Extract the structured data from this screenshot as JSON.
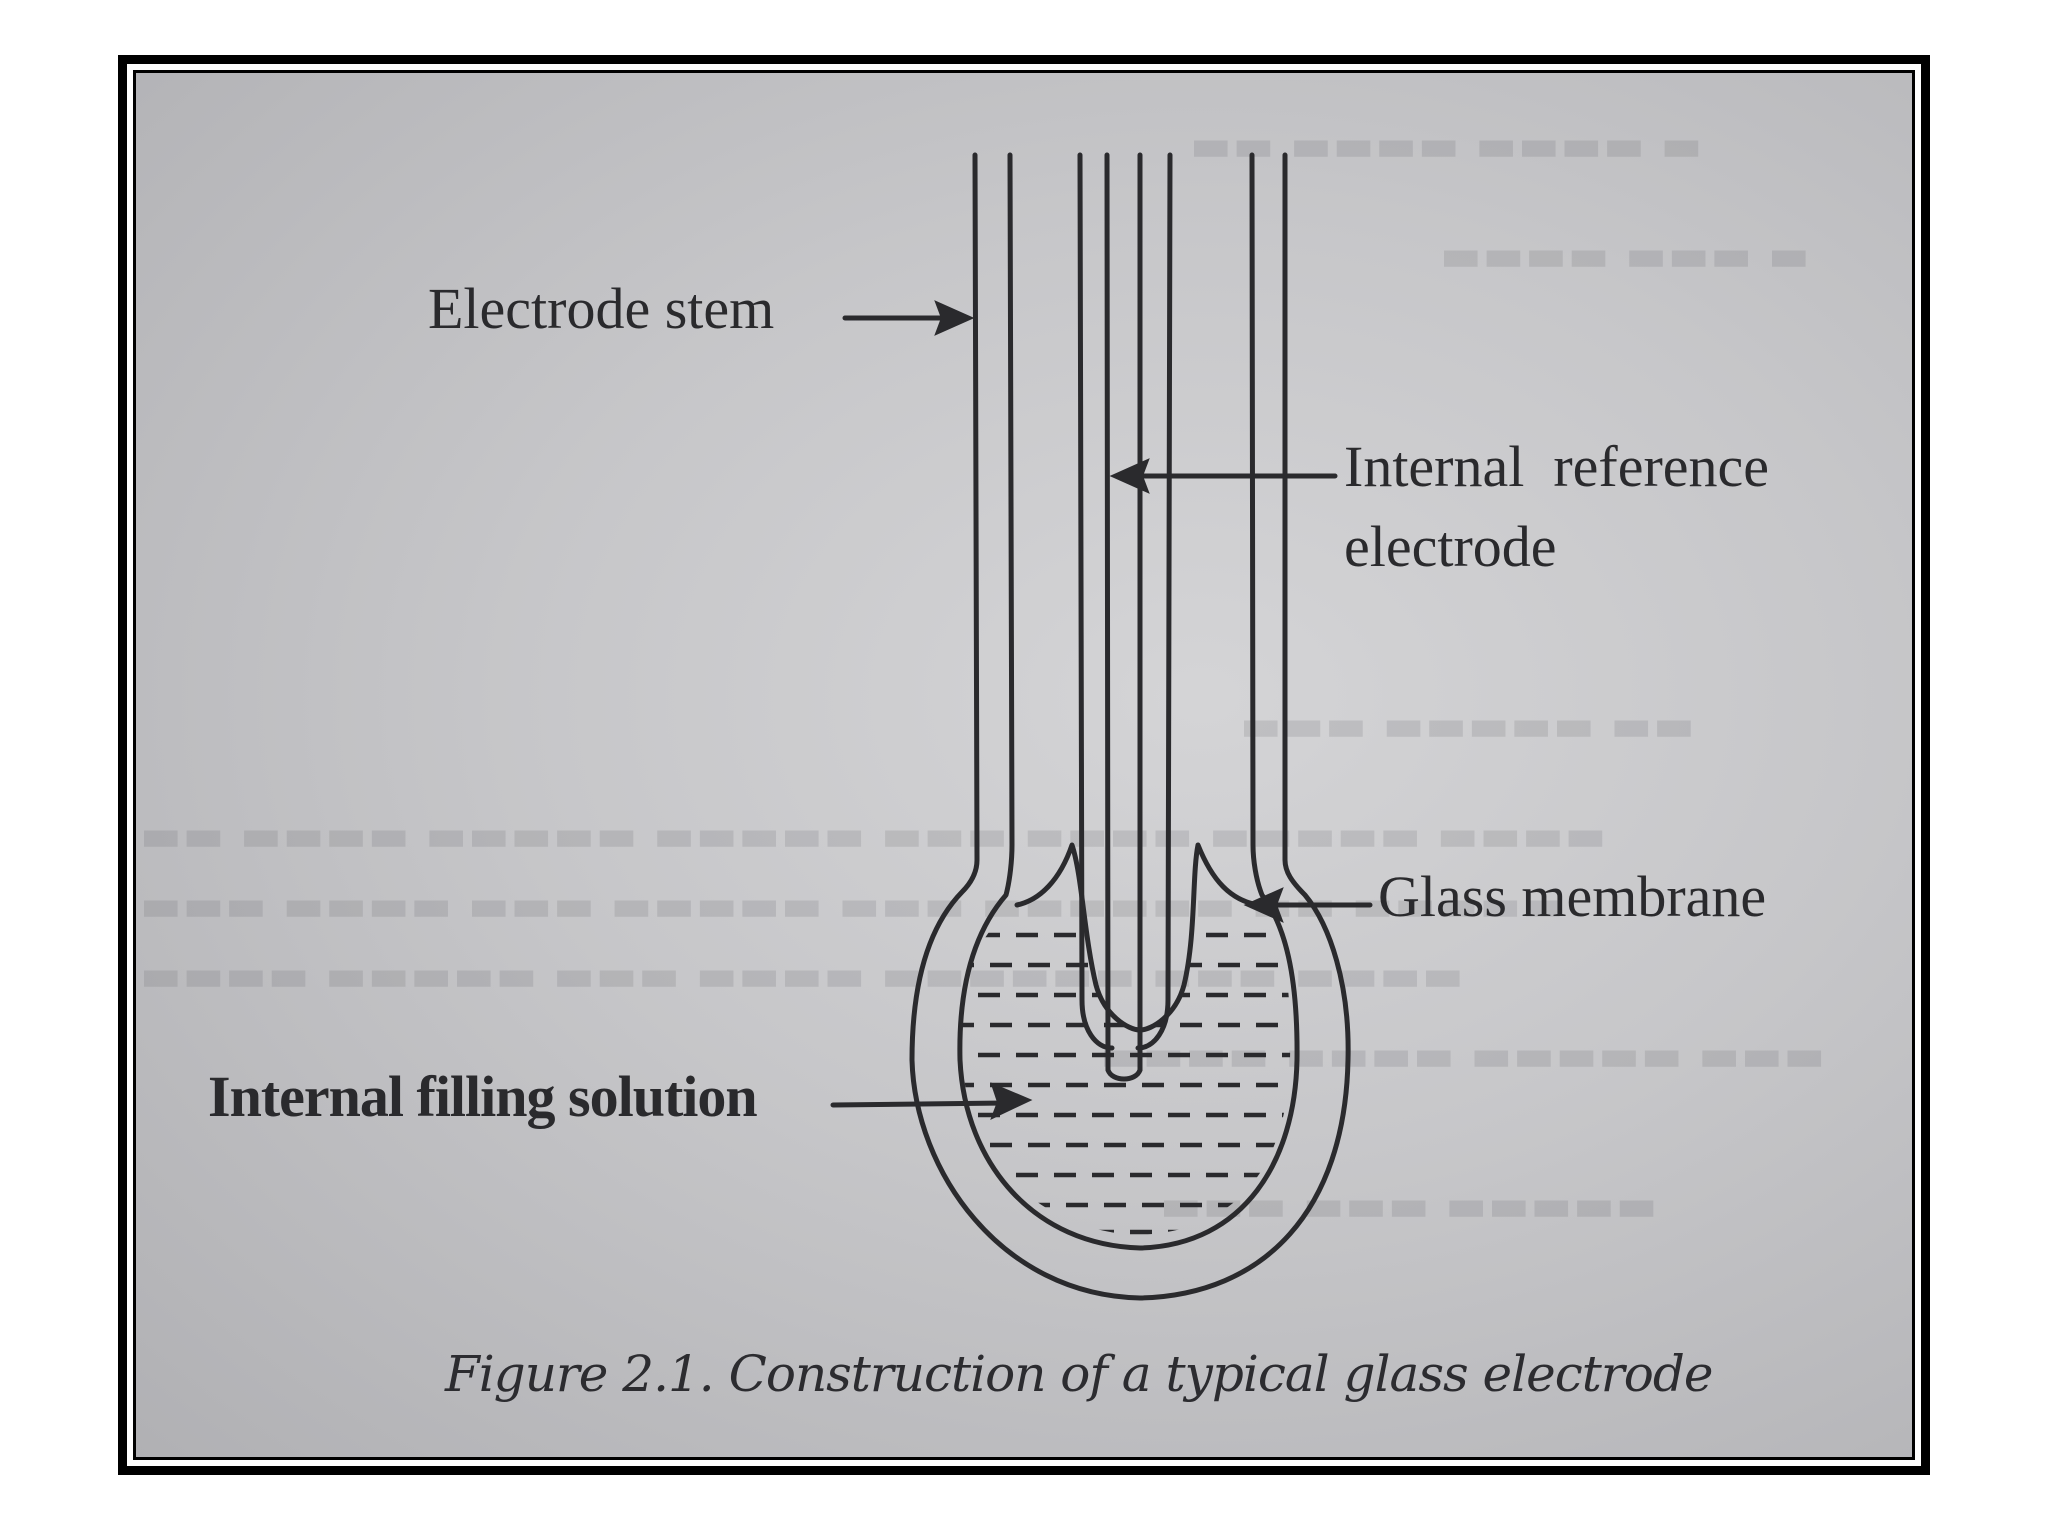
{
  "diagram": {
    "labels": {
      "electrode_stem": "Electrode stem",
      "internal_reference_line1": "Internal  reference",
      "internal_reference_line2": "electrode",
      "glass_membrane": "Glass membrane",
      "internal_filling_solution": "Internal filling solution"
    },
    "caption": "Figure 2.1. Construction of a typical glass electrode"
  },
  "colors": {
    "paper": "#c4c4c6",
    "ink": "#2a2a2d",
    "frame": "#000000"
  }
}
